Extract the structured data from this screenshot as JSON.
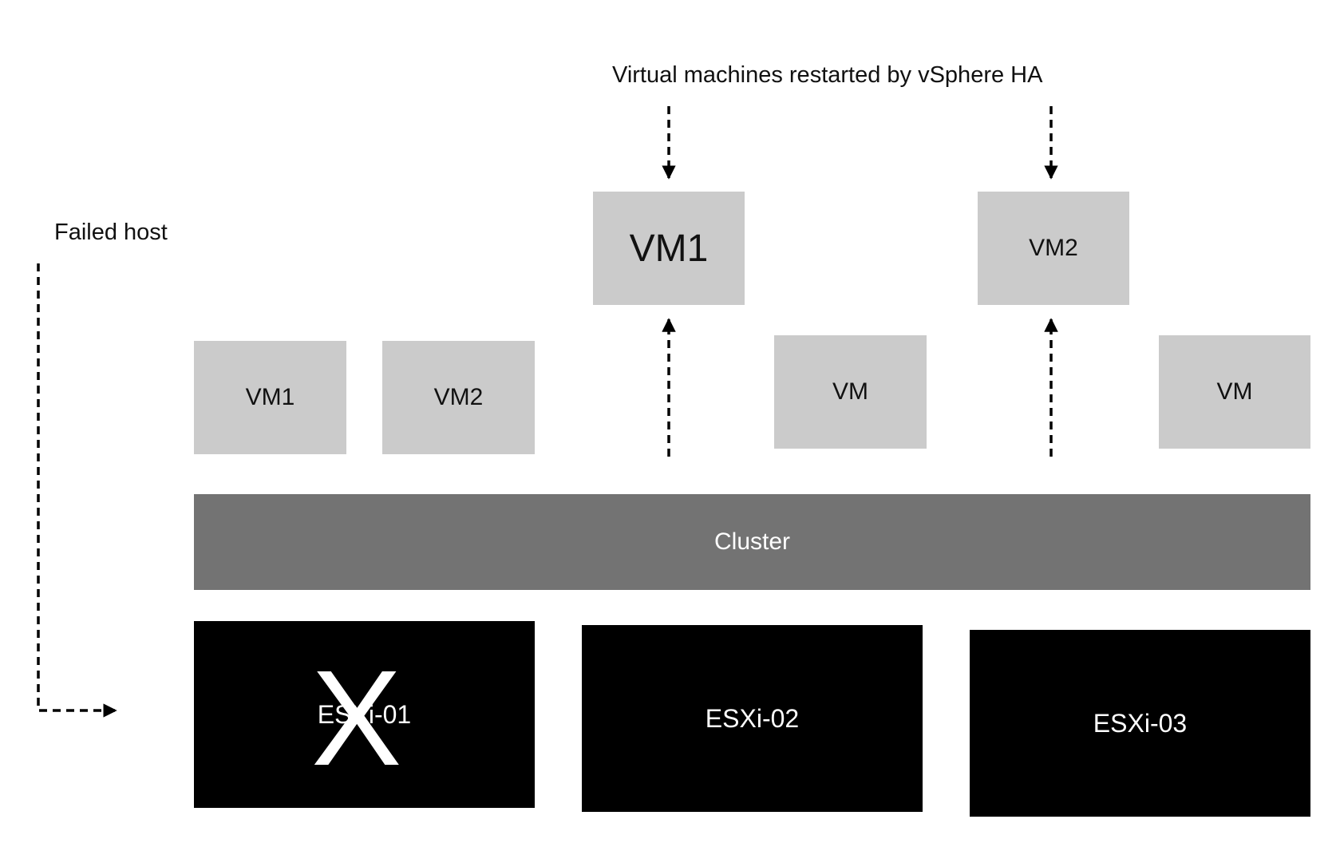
{
  "annotations": {
    "restart_caption": "Virtual machines restarted by vSphere HA",
    "failed_host_caption": "Failed host",
    "failed_mark": "X"
  },
  "restarted_vms": [
    {
      "label": "VM1"
    },
    {
      "label": "VM2"
    }
  ],
  "host_vms": [
    {
      "label": "VM1"
    },
    {
      "label": "VM2"
    },
    {
      "label": "VM"
    },
    {
      "label": "VM"
    }
  ],
  "cluster": {
    "label": "Cluster"
  },
  "hosts": [
    {
      "label": "ESXi-01",
      "status": "failed"
    },
    {
      "label": "ESXi-02",
      "status": "running"
    },
    {
      "label": "ESXi-03",
      "status": "running"
    }
  ],
  "colors": {
    "vm_box": "#cbcbcb",
    "cluster_bar": "#737373",
    "host_box": "#000000",
    "arrow": "#000000"
  }
}
